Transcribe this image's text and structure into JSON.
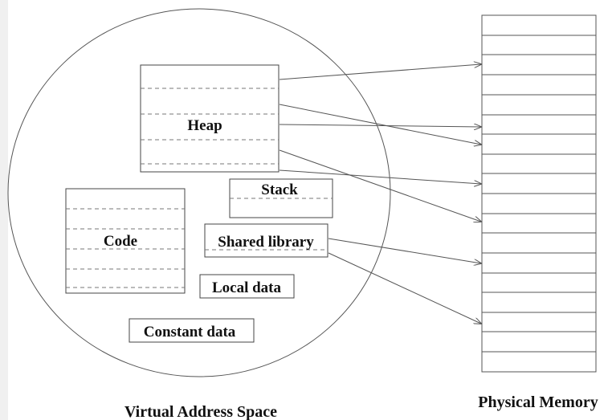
{
  "regions": {
    "heap": "Heap",
    "stack": "Stack",
    "code": "Code",
    "shared_library": "Shared library",
    "local_data": "Local data",
    "constant_data": "Constant data"
  },
  "captions": {
    "virtual_address_space": "Virtual Address Space",
    "physical_memory": "Physical Memory"
  }
}
